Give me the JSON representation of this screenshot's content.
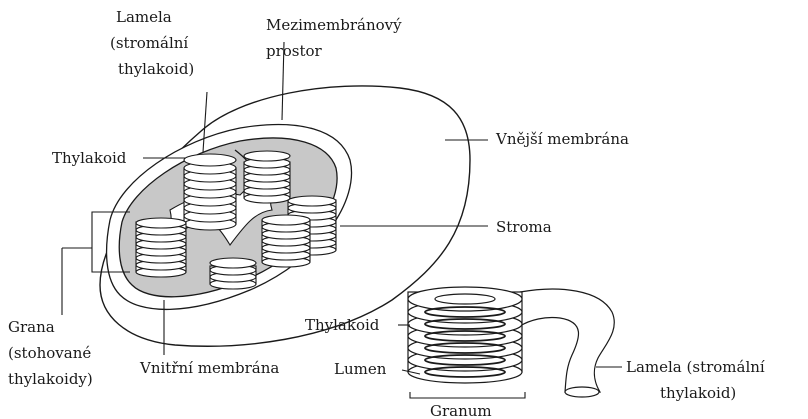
{
  "diagram": {
    "labels": {
      "lamela_top": [
        "Lamela",
        "(stromální",
        "thylakoid)"
      ],
      "intermembrane": [
        "Mezimembránový",
        "prostor"
      ],
      "thylakoid_left": "Thylakoid",
      "outer_membrane": "Vnější membrána",
      "stroma": "Stroma",
      "grana": [
        "Grana",
        "(stohované",
        "thylakoidy)"
      ],
      "inner_membrane": "Vnitřní membrána",
      "thylakoid_detail": "Thylakoid",
      "lumen": "Lumen",
      "lamela_detail": [
        "Lamela (stromální",
        "thylakoid)"
      ],
      "granum": "Granum"
    },
    "colors": {
      "stroma": "#c8c8c8",
      "outline": "#1a1a1a",
      "membrane_fill": "#ffffff"
    }
  }
}
